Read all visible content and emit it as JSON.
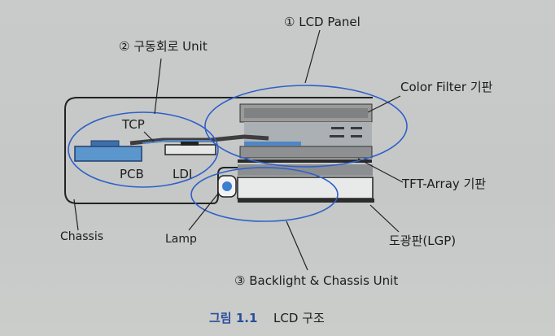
{
  "labels": {
    "lcd_panel": "① LCD Panel",
    "drive_unit": "② 구동회로 Unit",
    "color_filter": "Color Filter 기판",
    "tcp": "TCP",
    "pcb": "PCB",
    "ldi": "LDI",
    "tft_array": "TFT-Array 기판",
    "chassis": "Chassis",
    "lamp": "Lamp",
    "lgp": "도광판(LGP)",
    "backlight_unit": "③ Backlight & Chassis Unit"
  },
  "caption": {
    "figure_number": "그림 1.1",
    "title": "LCD 구조"
  },
  "colors": {
    "ellipse": "#2f5fc8",
    "pcb_blue": "#5b96cc",
    "figure_number": "#2a4f9a"
  }
}
